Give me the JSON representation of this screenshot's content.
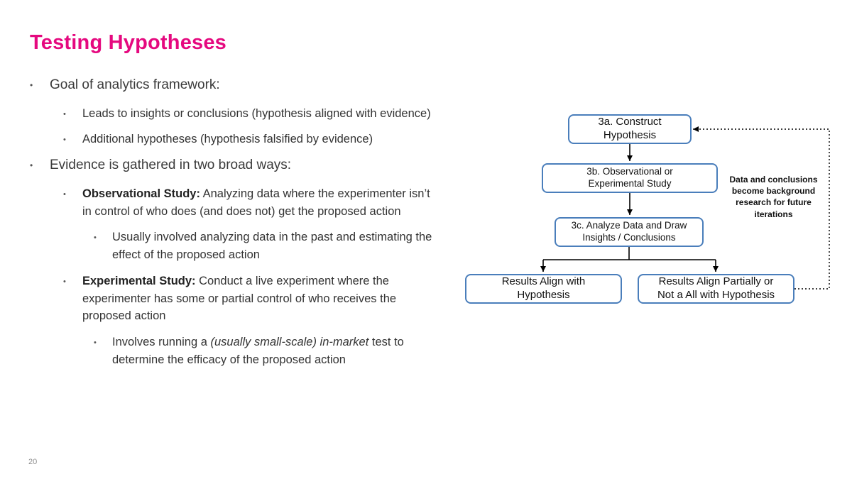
{
  "slide": {
    "title": "Testing Hypotheses",
    "page_number": "20"
  },
  "colors": {
    "accent": "#e5097f",
    "flow_box_border": "#4a7ebb",
    "arrow": "#000000"
  },
  "bullets": {
    "b0": {
      "text": "Goal of analytics framework:"
    },
    "b1": {
      "text": "Leads to insights or conclusions (hypothesis aligned with evidence)"
    },
    "b2": {
      "text": "Additional hypotheses (hypothesis falsified by evidence)"
    },
    "b3": {
      "text": "Evidence is gathered in two broad ways:"
    },
    "b4": {
      "bold": "Observational Study:",
      "rest": " Analyzing data where the experimenter isn’t in control of who does (and does not) get the proposed action"
    },
    "b5": {
      "text": "Usually involved analyzing data in the past and estimating the effect of the proposed action"
    },
    "b6": {
      "bold": "Experimental Study:",
      "rest": " Conduct a live experiment where the experimenter has some or partial control of who receives the proposed action"
    },
    "b7": {
      "pre": "Involves running a ",
      "italic": "(usually small-scale) in-market",
      "post": " test to determine the efficacy of the proposed action"
    }
  },
  "flowchart": {
    "box_3a": {
      "line1": "3a. Construct",
      "line2": "Hypothesis"
    },
    "box_3b": {
      "line1": "3b. Observational or",
      "line2": "Experimental Study"
    },
    "box_3c": {
      "line1": "3c. Analyze Data and Draw",
      "line2": "Insights / Conclusions"
    },
    "box_align": {
      "line1": "Results Align with",
      "line2": "Hypothesis"
    },
    "box_partial": {
      "line1": "Results Align Partially or",
      "line2": "Not a All with Hypothesis"
    },
    "annotation": "Data and conclusions become background research for future iterations"
  }
}
